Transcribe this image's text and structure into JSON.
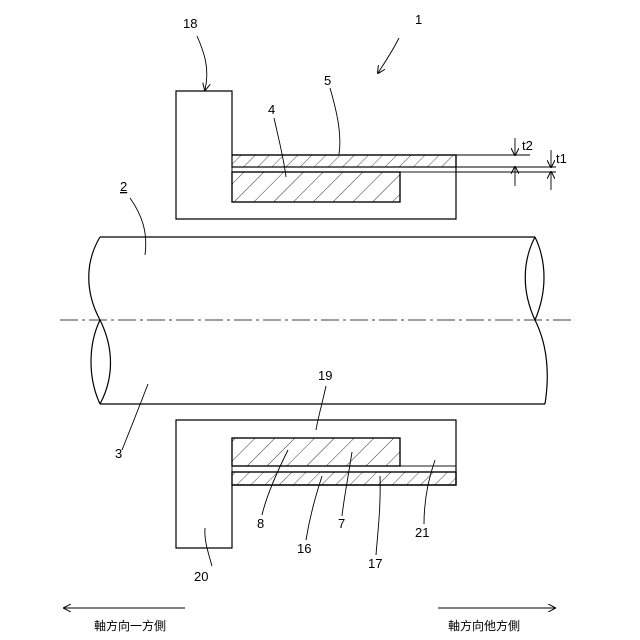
{
  "labels": {
    "l1": "1",
    "l2": "2",
    "l3": "3",
    "l4": "4",
    "l5": "5",
    "l7": "7",
    "l8": "8",
    "l16": "16",
    "l17": "17",
    "l18": "18",
    "l19": "19",
    "l20": "20",
    "l21": "21",
    "t1": "t1",
    "t2": "t2"
  },
  "directions": {
    "left": "軸方向一方側",
    "right": "軸方向他方側"
  }
}
